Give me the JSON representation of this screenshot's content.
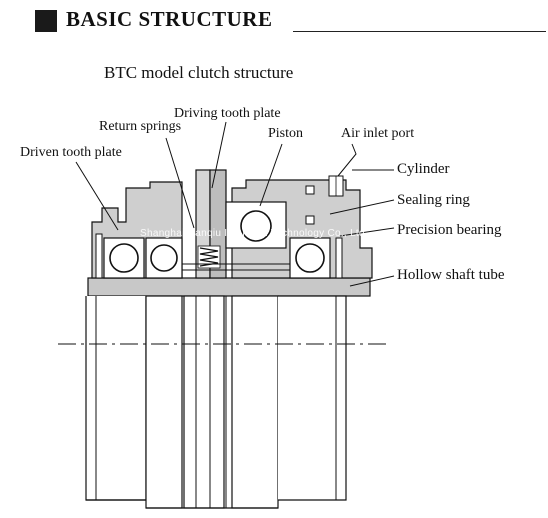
{
  "header": {
    "title": "BASIC STRUCTURE"
  },
  "diagram": {
    "title": "BTC model clutch structure",
    "labels": {
      "driving_tooth_plate": "Driving tooth plate",
      "return_springs": "Return springs",
      "piston": "Piston",
      "air_inlet_port": "Air inlet port",
      "driven_tooth_plate": "Driven tooth plate",
      "cylinder": "Cylinder",
      "sealing_ring": "Sealing ring",
      "precision_bearing": "Precision bearing",
      "hollow_shaft_tube": "Hollow shaft tube"
    },
    "watermark": "Shanghai Hanqiu Industrial Technology Co., Ltd."
  }
}
